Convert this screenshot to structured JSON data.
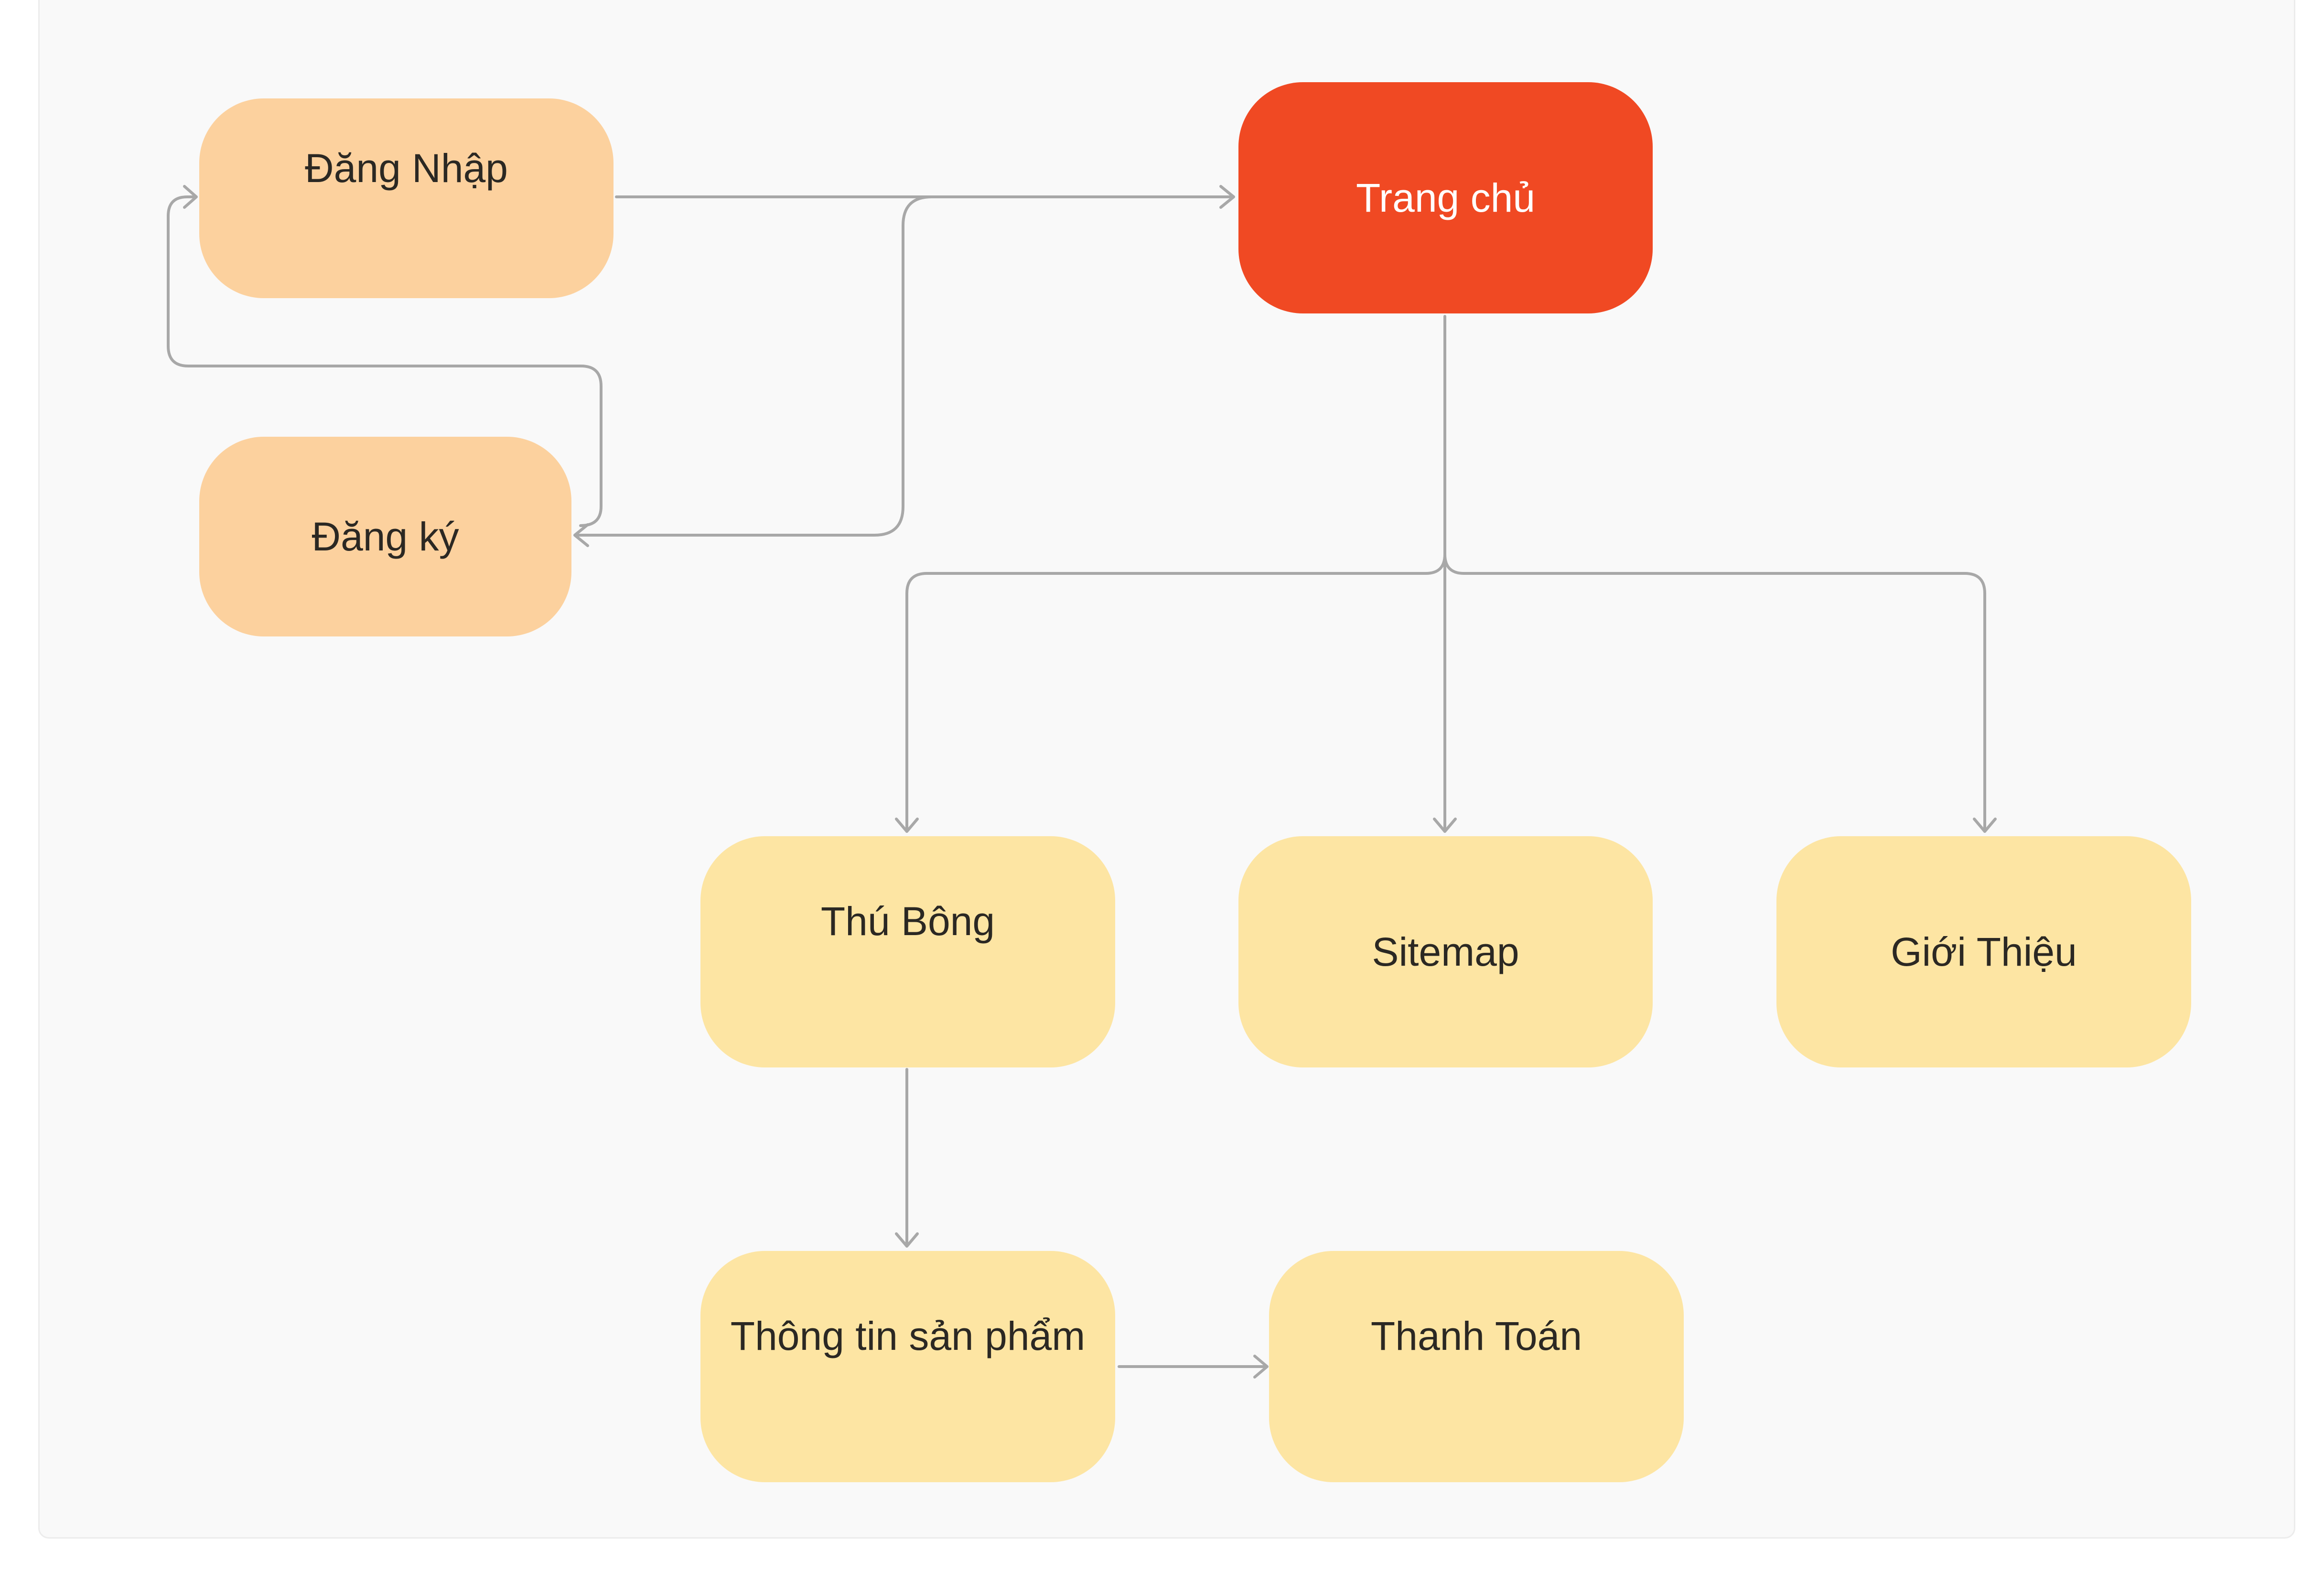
{
  "diagram": {
    "colors": {
      "canvas_background": "#f9f9f9",
      "connector": "#a8a8a8",
      "auth_node": "#fcd19e",
      "home_node": "#f04923",
      "page_node": "#fde5a3"
    },
    "nodes": {
      "dang_nhap": "Đăng Nhập",
      "dang_ky": "Đăng ký",
      "trang_chu": "Trang chủ",
      "thu_bong": "Thú Bông",
      "sitemap": "Sitemap",
      "gioi_thieu": "Giới Thiệu",
      "thong_tin_san_pham": "Thông tin sản phẩm",
      "thanh_toan": "Thanh Toán"
    },
    "edges": [
      [
        "Đăng Nhập",
        "Trang chủ"
      ],
      [
        "Đăng ký",
        "Đăng Nhập"
      ],
      [
        "Trang chủ",
        "Đăng ký"
      ],
      [
        "Trang chủ",
        "Thú Bông"
      ],
      [
        "Trang chủ",
        "Sitemap"
      ],
      [
        "Trang chủ",
        "Giới Thiệu"
      ],
      [
        "Thú Bông",
        "Thông tin sản phẩm"
      ],
      [
        "Thông tin sản phẩm",
        "Thanh Toán"
      ]
    ]
  }
}
